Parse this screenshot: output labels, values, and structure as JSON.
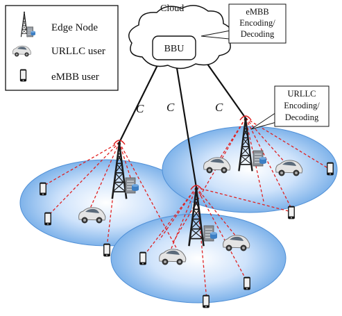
{
  "cloud": {
    "label": "Cloud",
    "bbu_label": "BBU"
  },
  "callouts": {
    "embb": [
      "eMBB",
      "Encoding/",
      "Decoding"
    ],
    "urllc": [
      "URLLC",
      "Encoding/",
      "Decoding"
    ]
  },
  "fronthaul_label": "C",
  "legend": {
    "items": [
      {
        "icon": "edge-node-icon",
        "label": "Edge Node"
      },
      {
        "icon": "car-icon",
        "label": "URLLC user"
      },
      {
        "icon": "phone-icon",
        "label": "eMBB user"
      }
    ]
  },
  "colors": {
    "link": "#e02020",
    "cell_center": "#cfe3fb",
    "cell_edge": "#6aa6e6",
    "tower": "#1a1a1a",
    "car_body": "#d8d8d8"
  }
}
